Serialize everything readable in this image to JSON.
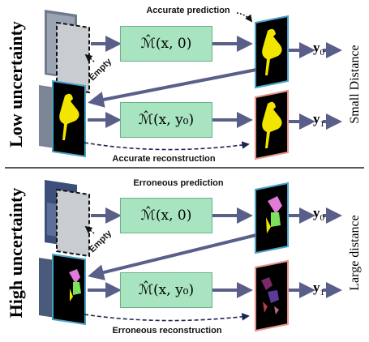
{
  "rows": [
    {
      "side_label": "Low uncertainty",
      "distance_label": "Small Distance",
      "top_caption": "Accurate prediction",
      "bottom_caption": "Accurate reconstruction",
      "empty_label": "Empty",
      "model_top": "ℳ̂(x, 0)",
      "model_bottom": "ℳ̂(x, y₀)",
      "y0": "y",
      "y0_sub": "0",
      "y1": "y",
      "y1_sub": "1"
    },
    {
      "side_label": "High uncertainty",
      "distance_label": "Large distance",
      "top_caption": "Erroneous prediction",
      "bottom_caption": "Erroneous reconstruction",
      "empty_label": "Empty",
      "model_top": "ℳ̂(x, 0)",
      "model_bottom": "ℳ̂(x, y₀)",
      "y0": "y",
      "y0_sub": "0",
      "y1": "y",
      "y1_sub": "1"
    }
  ],
  "colors": {
    "model_box": "#a8e4c0",
    "arrow": "#5a5f8a",
    "dashed_arrow": "#1c2452",
    "prediction_border": "#4aa3c7",
    "reconstruction_border": "#e8928a",
    "mask_yellow": "#f2e600"
  }
}
